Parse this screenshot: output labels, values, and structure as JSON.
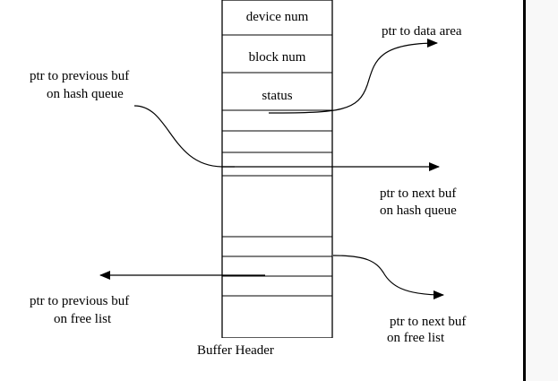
{
  "diagram": {
    "fields": {
      "device_num": "device num",
      "block_num": "block num",
      "status": "status"
    },
    "labels": {
      "ptr_data_area": "ptr to data area",
      "prev_hash_line1": "ptr to previous buf",
      "prev_hash_line2": "on hash queue",
      "next_hash_line1": "ptr to next buf",
      "next_hash_line2": "on hash queue",
      "prev_free_line1": "ptr to previous buf",
      "prev_free_line2": "on free list",
      "next_free_line1": "ptr to next buf",
      "next_free_line2": "on free list"
    },
    "caption": "Buffer Header"
  }
}
